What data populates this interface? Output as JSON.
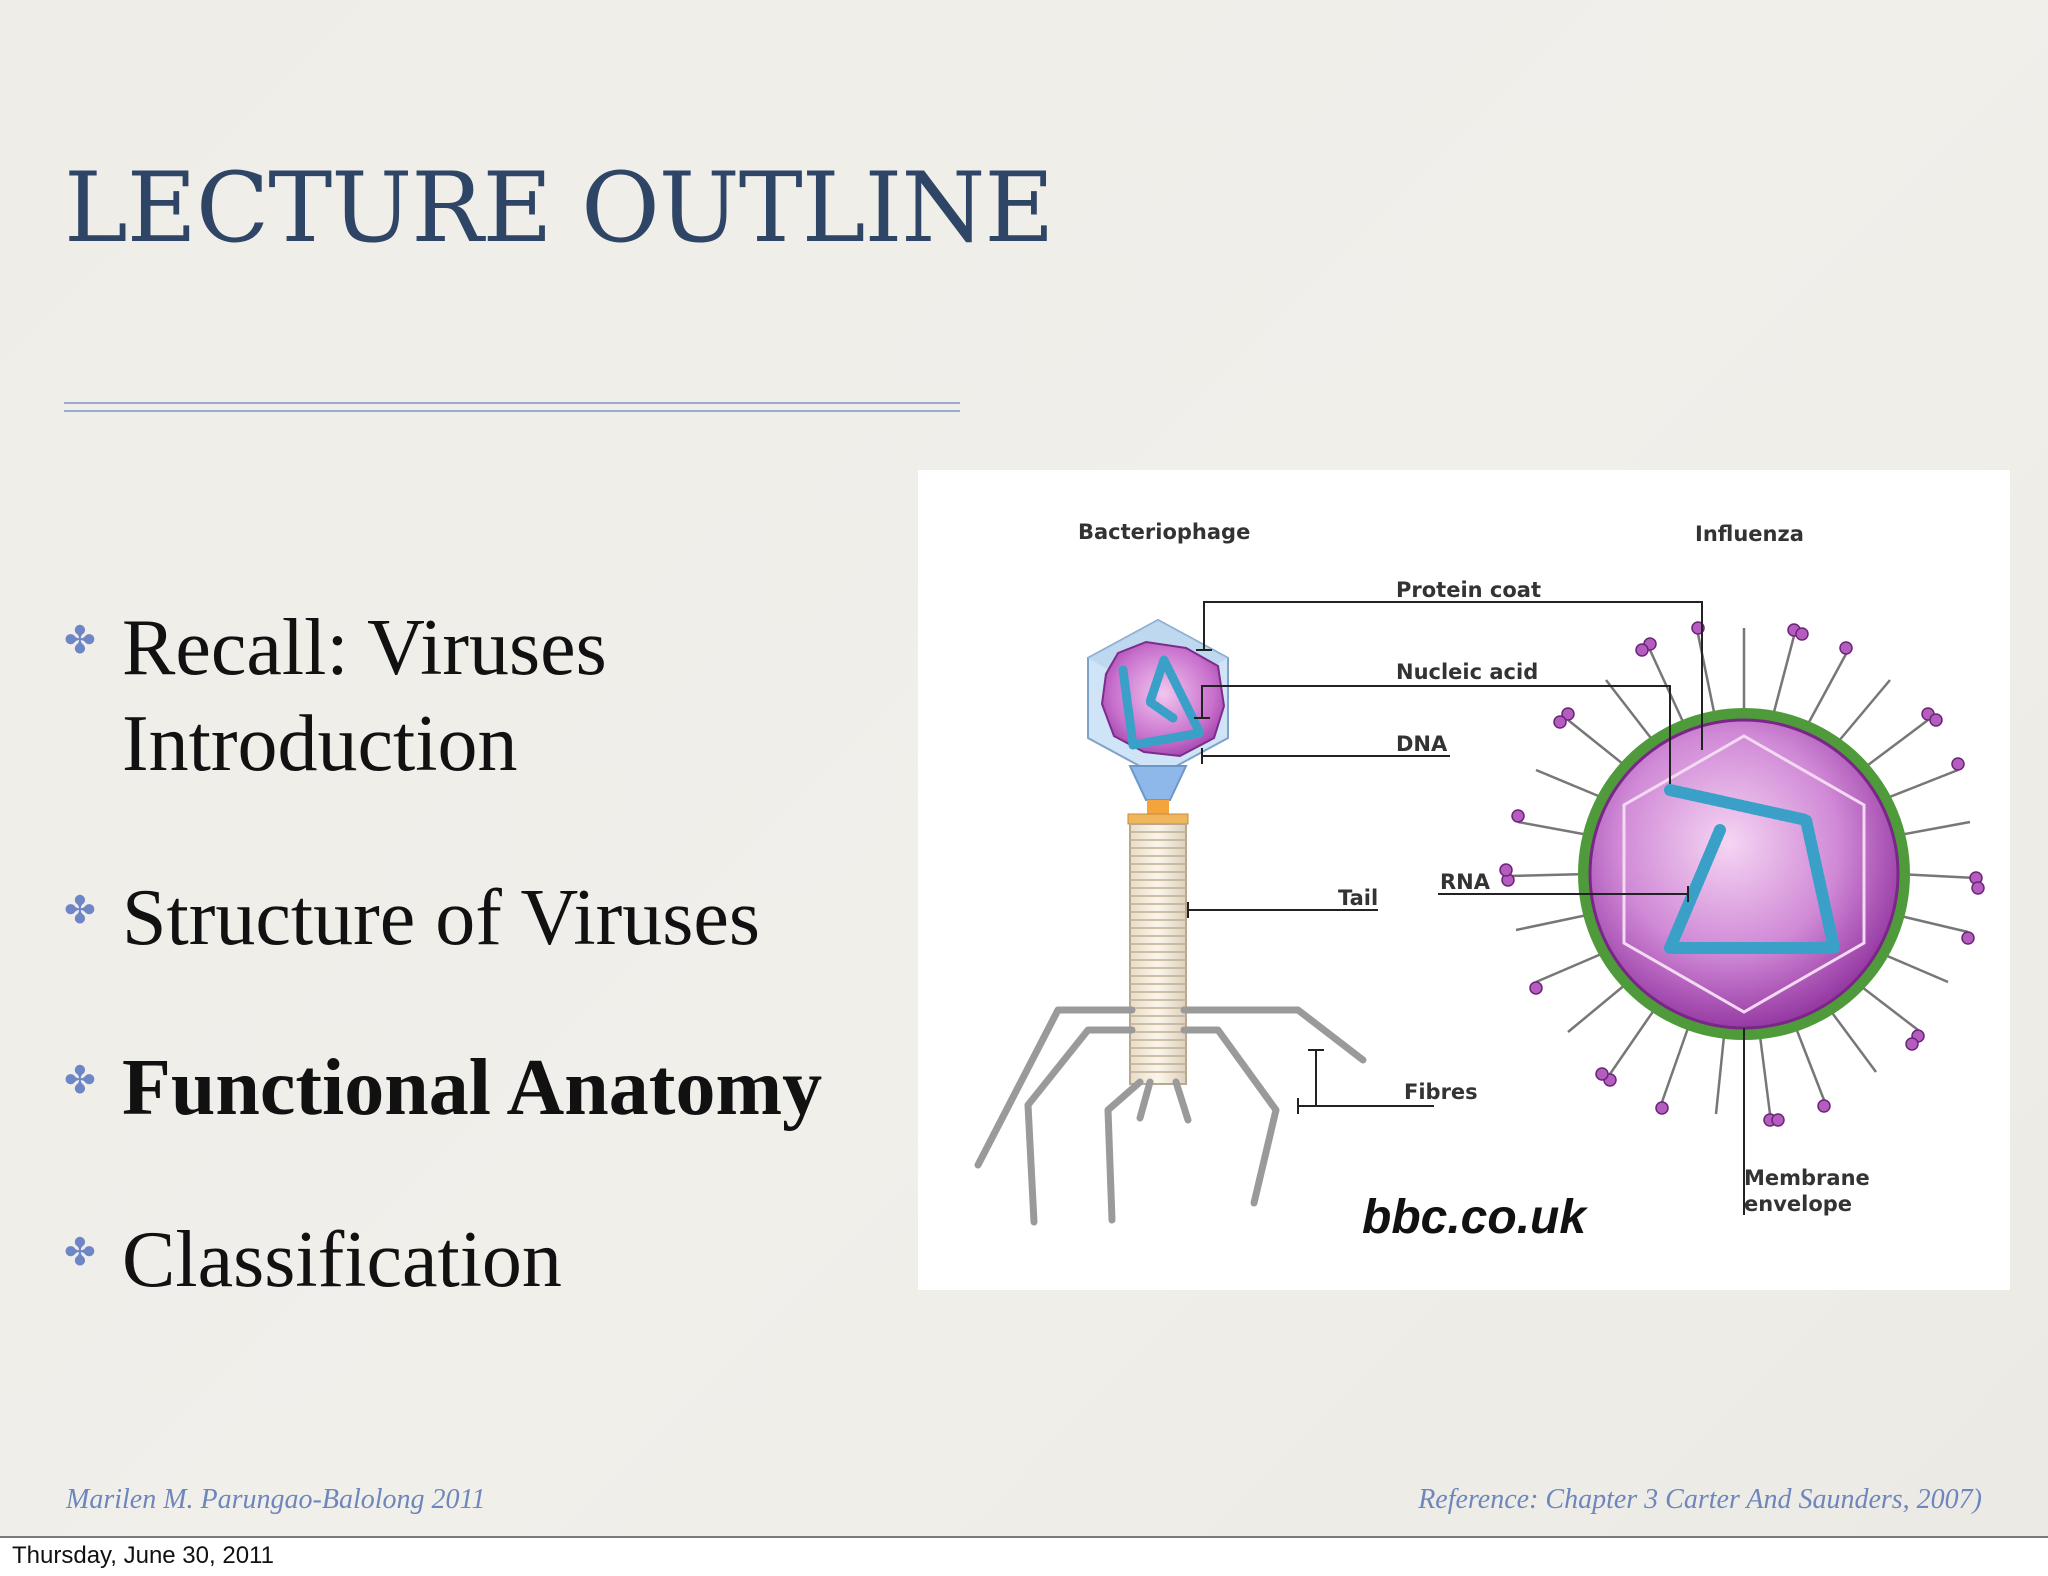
{
  "slide": {
    "title": "LECTURE OUTLINE",
    "bullets": [
      {
        "text_line1": "Recall: Viruses",
        "text_line2": "Introduction",
        "icon": "flower-bullet-icon"
      },
      {
        "text": "Structure of Viruses",
        "icon": "flower-bullet-icon"
      },
      {
        "text": "Functional Anatomy",
        "emphasis": "bold",
        "icon": "flower-bullet-icon"
      },
      {
        "text": "Classification",
        "icon": "flower-bullet-icon"
      }
    ],
    "figure": {
      "labels": {
        "bacteriophage": "Bacteriophage",
        "influenza": "Influenza",
        "protein_coat": "Protein coat",
        "nucleic_acid": "Nucleic acid",
        "dna": "DNA",
        "tail": "Tail",
        "rna": "RNA",
        "fibres": "Fibres",
        "membrane": "Membrane",
        "envelope": "envelope"
      },
      "credit": "bbc.co.uk"
    },
    "footer": {
      "author": "Marilen M. Parungao-Balolong  2011",
      "reference": "Reference: Chapter 3 Carter And Saunders, 2007)"
    }
  },
  "window": {
    "date": "Thursday, June 30, 2011"
  },
  "colors": {
    "title": "#2f4566",
    "accent": "#6e86c6",
    "footer": "#6d86be",
    "virus_purple": "#a24bb0",
    "envelope_green": "#4f9a3a"
  }
}
